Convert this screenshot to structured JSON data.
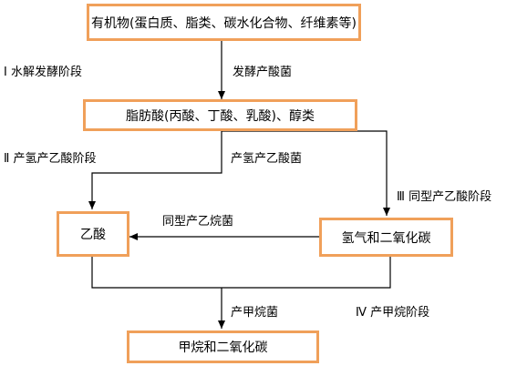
{
  "boxes": {
    "organics": "有机物(蛋白质、脂类、碳水化合物、纤维素等)",
    "fatty_acids": "脂肪酸(丙酸、丁酸、乳酸)、醇类",
    "acetic_acid": "乙酸",
    "hydrogen_co2": "氢气和二氧化碳",
    "methane_co2": "甲烷和二氧化碳"
  },
  "stages": {
    "stage1": "Ⅰ 水解发酵阶段",
    "stage2": "Ⅱ 产氢产乙酸阶段",
    "stage3": "Ⅲ 同型产乙酸阶段",
    "stage4": "Ⅳ 产甲烷阶段"
  },
  "bacteria": {
    "fermentative": "发酵产酸菌",
    "h2_acetogenic": "产氢产乙酸菌",
    "homoacetogenic": "同型产乙烷菌",
    "methanogenic": "产甲烷菌"
  },
  "colors": {
    "box_border": "#f0a05a",
    "line": "#000000"
  }
}
